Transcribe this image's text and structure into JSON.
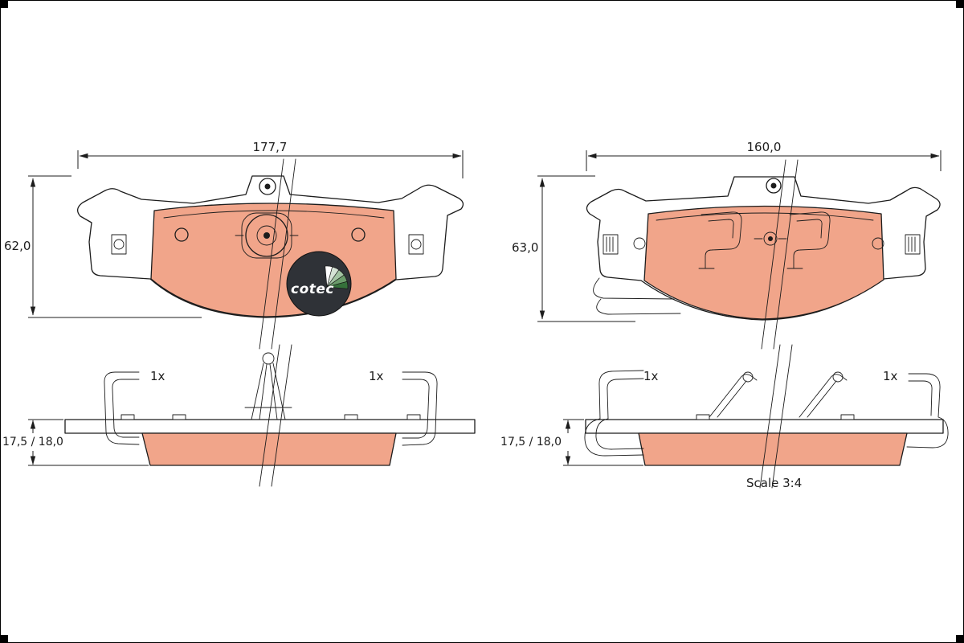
{
  "colors": {
    "line": "#1c1c1c",
    "pad_fill": "#f1a58a",
    "background": "#ffffff",
    "logo_bg": "#2f3237",
    "logo_text": "#ffffff",
    "logo_fan": [
      "#ffffff",
      "#d4e2d4",
      "#a3c4a3",
      "#6b9c6b",
      "#35703a"
    ]
  },
  "views": {
    "front_left": {
      "width_dim": "177,7",
      "height_dim": "62,0"
    },
    "front_right": {
      "width_dim": "160,0",
      "height_dim": "63,0"
    },
    "side_left": {
      "thickness_dim": "17,5 / 18,0",
      "left_clip_qty": "1x",
      "right_clip_qty": "1x"
    },
    "side_right": {
      "thickness_dim": "17,5 / 18,0",
      "left_clip_qty": "1x",
      "right_clip_qty": "1x"
    }
  },
  "logo": {
    "text": "cotec"
  },
  "footer": {
    "scale_note": "Scale 3:4"
  }
}
